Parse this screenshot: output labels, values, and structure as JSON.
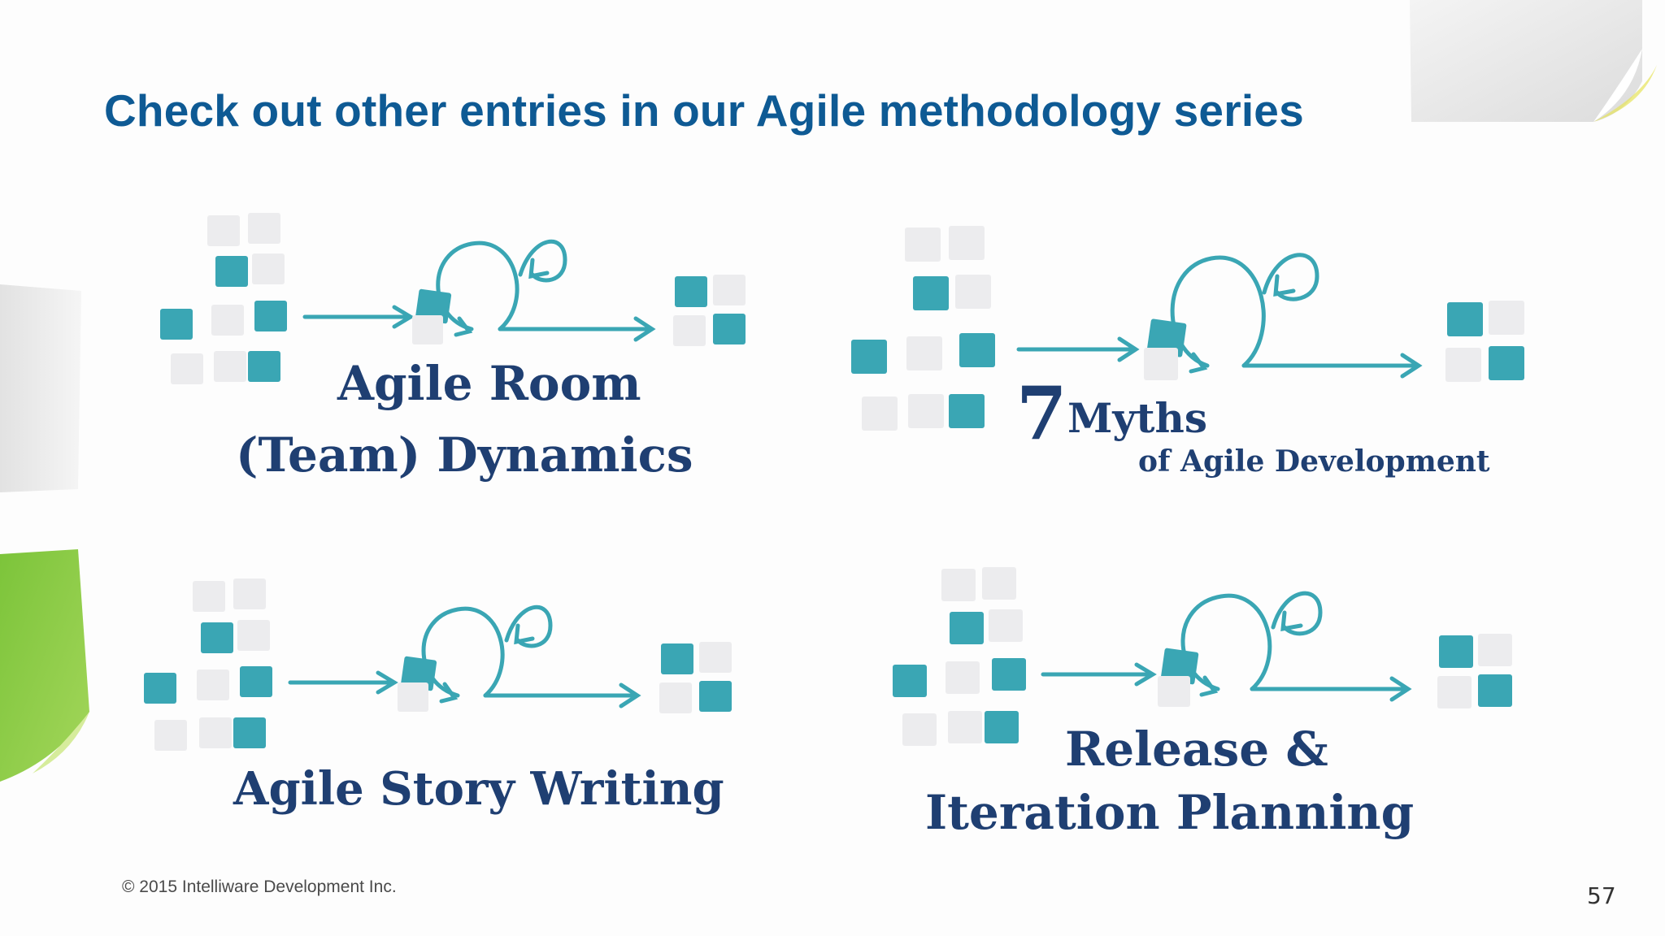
{
  "slide": {
    "title": "Check out other entries in our Agile methodology series",
    "footer": "© 2015 Intelliware Development Inc.",
    "page_number": "57"
  },
  "colors": {
    "title": "#0e5a94",
    "teal": "#3aa6b4",
    "navy_text": "#1f3f72",
    "note_gray": "#e8e8ea",
    "green_note": "#8cc63f"
  },
  "entries": [
    {
      "line1": "Agile Room",
      "line2": "(Team) Dynamics"
    },
    {
      "big": "7",
      "line1": "Myths",
      "line2": "of Agile Development"
    },
    {
      "line1": "Agile Story Writing"
    },
    {
      "line1": "Release &",
      "line2": "Iteration Planning"
    }
  ]
}
